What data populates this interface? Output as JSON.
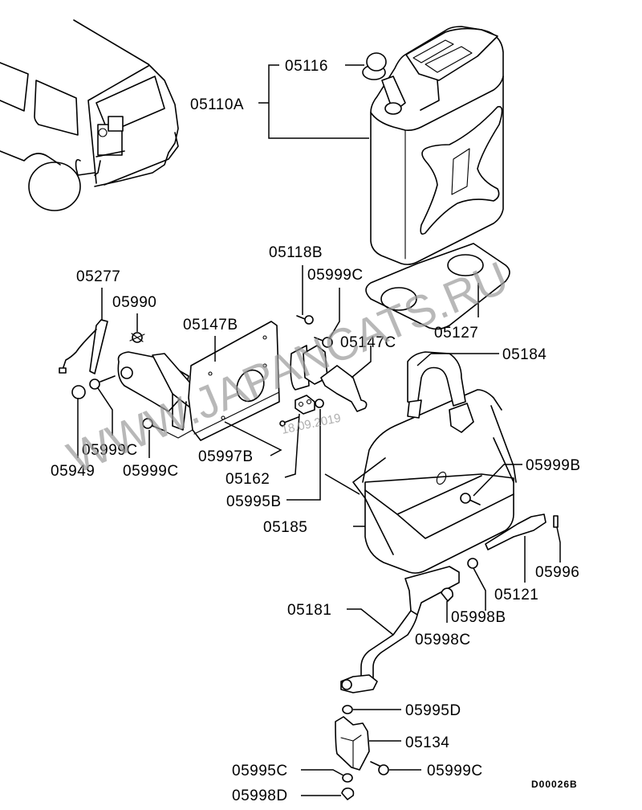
{
  "diagram": {
    "title": "Jerry can and carrier parts diagram",
    "drawing_code": "D00026B",
    "watermark": {
      "site": "WWW.JAPANCATS.RU",
      "date": "18.09.2019",
      "color": "#9a9a9a"
    },
    "parts": [
      {
        "id": "05116",
        "label": "05116",
        "description": "can cap"
      },
      {
        "id": "05110A",
        "label": "05110A",
        "description": "jerry can assembly"
      },
      {
        "id": "05118B",
        "label": "05118B"
      },
      {
        "id": "05999C-a",
        "label": "05999C"
      },
      {
        "id": "05277",
        "label": "05277"
      },
      {
        "id": "05990",
        "label": "05990"
      },
      {
        "id": "05147B",
        "label": "05147B",
        "description": "hinge bracket"
      },
      {
        "id": "05147C",
        "label": "05147C",
        "description": "bracket"
      },
      {
        "id": "05127",
        "label": "05127",
        "description": "pad"
      },
      {
        "id": "05184",
        "label": "05184",
        "description": "strap"
      },
      {
        "id": "05999C-b",
        "label": "05999C"
      },
      {
        "id": "05999C-c",
        "label": "05999C"
      },
      {
        "id": "05949",
        "label": "05949"
      },
      {
        "id": "05997B",
        "label": "05997B"
      },
      {
        "id": "05162",
        "label": "05162"
      },
      {
        "id": "05995B",
        "label": "05995B"
      },
      {
        "id": "05185",
        "label": "05185",
        "description": "carrier"
      },
      {
        "id": "05999B",
        "label": "05999B"
      },
      {
        "id": "05996",
        "label": "05996"
      },
      {
        "id": "05121",
        "label": "05121",
        "description": "lever"
      },
      {
        "id": "05998B",
        "label": "05998B"
      },
      {
        "id": "05181",
        "label": "05181",
        "description": "support arm"
      },
      {
        "id": "05998C",
        "label": "05998C"
      },
      {
        "id": "05995D",
        "label": "05995D"
      },
      {
        "id": "05134",
        "label": "05134",
        "description": "lower bracket"
      },
      {
        "id": "05995C",
        "label": "05995C"
      },
      {
        "id": "05999C-d",
        "label": "05999C"
      },
      {
        "id": "05998D",
        "label": "05998D"
      }
    ]
  }
}
